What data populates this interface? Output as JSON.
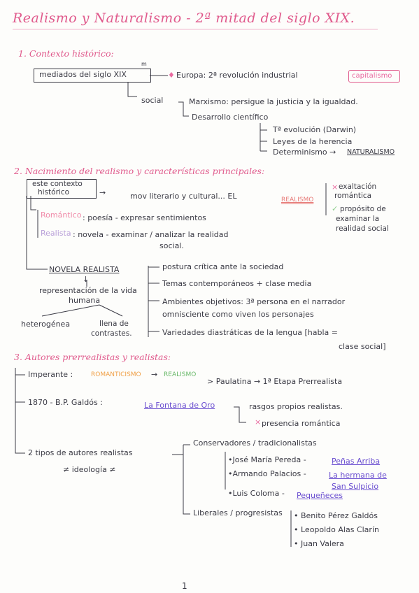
{
  "title": "Realismo y Naturalismo - 2ª mitad del siglo XIX.",
  "s1": {
    "heading": "1. Contexto histórico:",
    "box": "mediados del siglo XIX",
    "sup": "m",
    "europa": "Europa: 2ª revolución industrial",
    "capitalismo": "capitalismo",
    "social": "social",
    "marxismo": "Marxismo: persigue la justicia y la igualdad.",
    "desarrollo": "Desarrollo científico",
    "evol": "Tª evolución (Darwin)",
    "leyes": "Leyes de la herencia",
    "determinismo": "Determinismo →",
    "naturalismo": "NATURALISMO"
  },
  "s2": {
    "heading": "2. Nacimiento del realismo y características principales:",
    "box_l1": "este contexto",
    "box_l2": "histórico",
    "mov": "mov literario y cultural... EL",
    "realismo": "REALISMO",
    "exalt_x": "×",
    "exalt_1": "exaltación",
    "exalt_2": "romántica",
    "prop_mark": "✓",
    "prop_1": "propósito de",
    "prop_2": "examinar la",
    "prop_3": "realidad social",
    "romantico": "Romántico",
    "rom_text": ": poesía - expresar sentimientos",
    "realista": "Realista",
    "real_text1": ": novela - examinar / analizar la realidad",
    "real_text2": "social.",
    "novela": "NOVELA REALISTA",
    "down": "↓",
    "repres1": "representación de la vida",
    "repres2": "humana",
    "hetero": "heterogénea",
    "llena1": "llena de",
    "llena2": "contrastes.",
    "postura": "postura crítica ante la sociedad",
    "temas": "Temas contemporáneos + clase media",
    "ambientes": "Ambientes objetivos: 3ª persona en el narrador",
    "omnisciente": "omnisciente como viven los personajes",
    "variedades": "Variedades diastráticas de la lengua [habla =",
    "clase": "clase social]"
  },
  "s3": {
    "heading": "3. Autores prerrealistas y realistas:",
    "imperante": "Imperante :",
    "romanticismo": "ROMANTICISMO",
    "realismo": "REALISMO",
    "paulatina": "> Paulatina → 1ª Etapa Prerrealista",
    "anio": "1870 - B.P. Galdós :",
    "fontana": "La Fontana de Oro",
    "rasgos": "rasgos propios realistas.",
    "pres_x": "×",
    "presencia": "presencia romántica",
    "tipos": "2 tipos de autores realistas",
    "ideologia": "≠ ideología ≠",
    "conservadores": "Conservadores / tradicionalistas",
    "pereda": "•José María Pereda -",
    "penas": "Peñas Arriba",
    "palacios": "•Armando Palacios -",
    "hermana1": "La hermana de",
    "hermana2": "San Sulpicio",
    "coloma": "•Luis Coloma -",
    "pequeneces": "Pequeñeces",
    "liberales": "Liberales / progresistas",
    "galdos": "• Benito Pérez Galdós",
    "clarin": "• Leopoldo Alas Clarín",
    "valera": "• Juan Valera"
  },
  "page_number": "1"
}
